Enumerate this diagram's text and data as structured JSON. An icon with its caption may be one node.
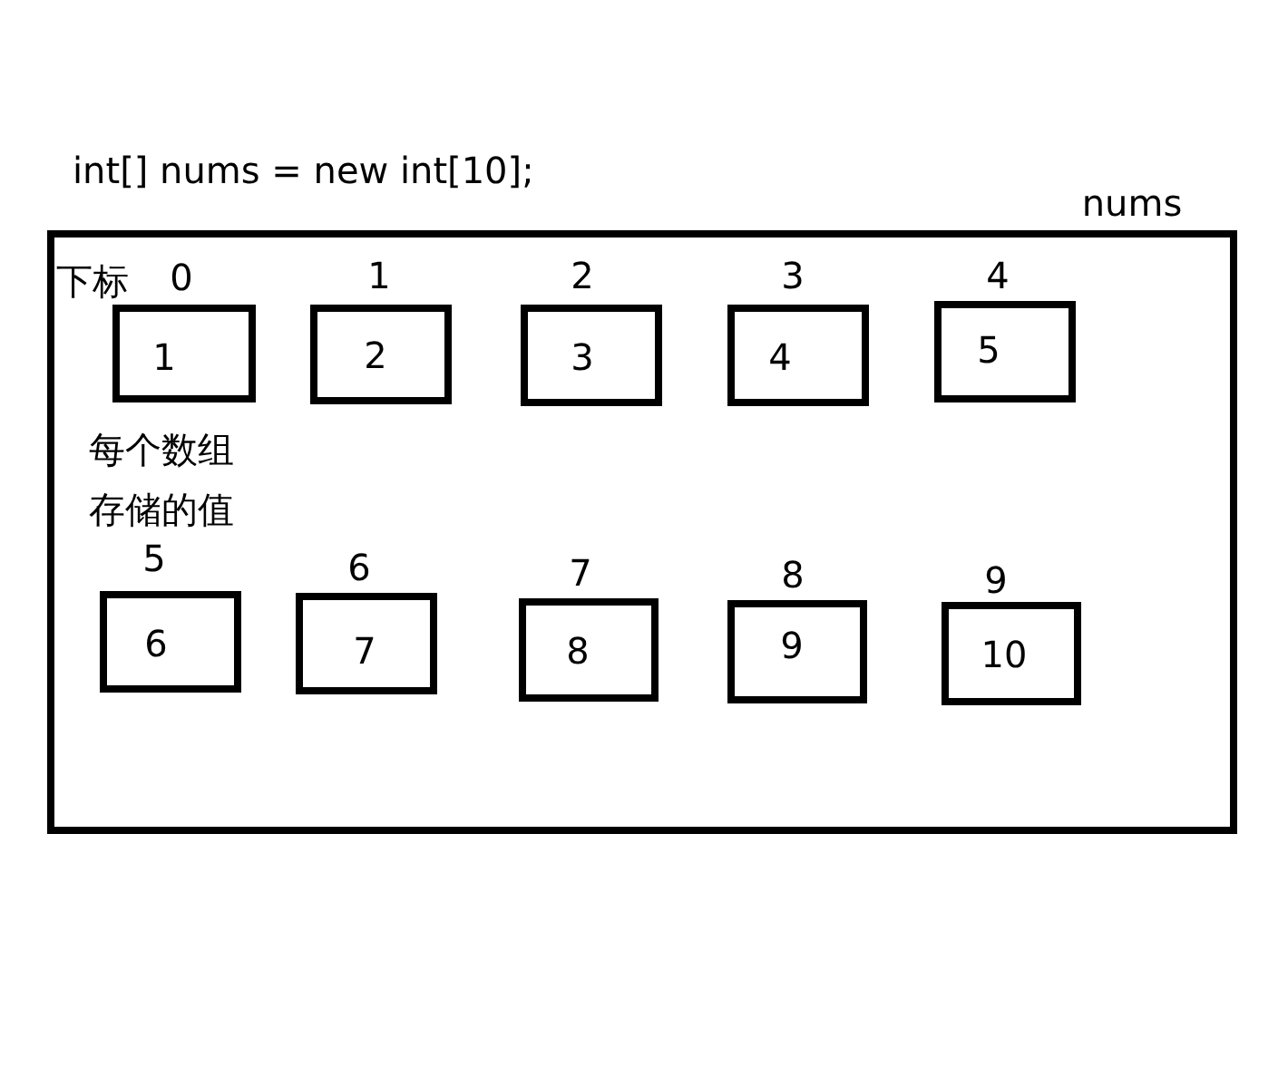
{
  "diagram": {
    "title": "int[] nums = new int[10];",
    "nodes": [
      {
        "text": [
          "nums"
        ]
      },
      {
        "text": [
          "1"
        ],
        "in": 0,
        "beside": [
          "0"
        ]
      },
      {
        "text": [
          "2"
        ],
        "in": 0,
        "beside": [
          "1"
        ]
      },
      {
        "text": [
          "3"
        ],
        "in": 0,
        "beside": [
          "2"
        ]
      },
      {
        "text": [
          "4"
        ],
        "in": 0,
        "beside": [
          "3"
        ]
      },
      {
        "text": [
          "5"
        ],
        "in": 0,
        "beside": [
          "4"
        ]
      },
      {
        "text": [
          "6"
        ],
        "in": 0,
        "beside": [
          "5"
        ]
      },
      {
        "text": [
          "7"
        ],
        "in": 0,
        "beside": [
          "6"
        ]
      },
      {
        "text": [
          "8"
        ],
        "in": 0,
        "beside": [
          "7"
        ]
      },
      {
        "text": [
          "9"
        ],
        "in": 0,
        "beside": [
          "8"
        ]
      },
      {
        "text": [
          "10"
        ],
        "in": 0,
        "beside": [
          "9"
        ]
      }
    ],
    "labels": [
      "下标",
      "每个数组存储的值"
    ]
  }
}
